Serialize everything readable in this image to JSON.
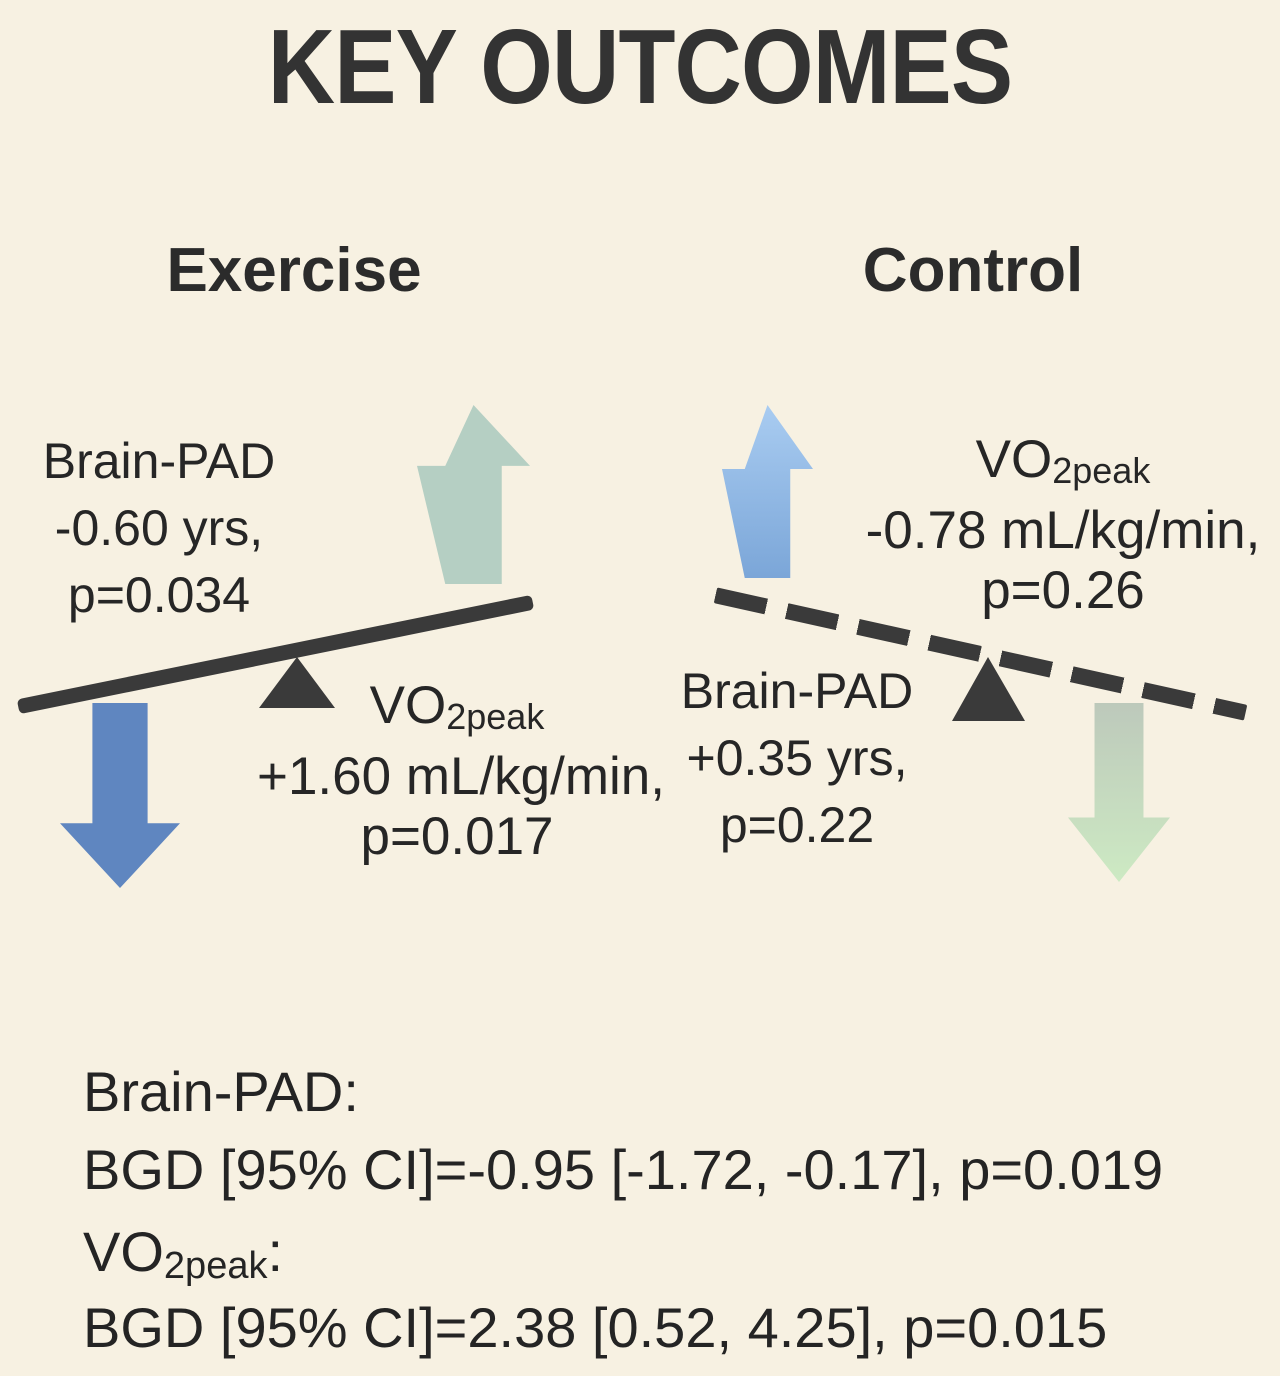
{
  "title": "KEY OUTCOMES",
  "headers": {
    "exercise": "Exercise",
    "control": "Control"
  },
  "exercise_panel": {
    "brain_pad": {
      "name": "Brain-PAD",
      "value": "-0.60 yrs,",
      "p": "p=0.034"
    },
    "vo2peak": {
      "vo": "VO",
      "sub": "2peak",
      "value": "+1.60 mL/kg/min,",
      "p": "p=0.017"
    },
    "up_arrow_color": "#b5cfc3",
    "down_arrow_color": "#5f86c0"
  },
  "control_panel": {
    "vo2peak": {
      "vo": "VO",
      "sub": "2peak",
      "value": "-0.78 mL/kg/min,",
      "p": "p=0.26"
    },
    "brain_pad": {
      "name": "Brain-PAD",
      "value": "+0.35 yrs,",
      "p": "p=0.22"
    },
    "up_arrow_color_top": "#a9ccf1",
    "up_arrow_color_bottom": "#7ba6d8",
    "down_arrow_color_top": "#bdc9bb",
    "down_arrow_color_bottom": "#cdeac3"
  },
  "summary": {
    "brain_pad_heading": "Brain-PAD:",
    "brain_pad_result": "BGD [95% CI]=-0.95 [-1.72, -0.17], p=0.019",
    "vo2peak_heading": {
      "vo": "VO",
      "sub": "2peak",
      "colon": ":"
    },
    "vo2peak_result": "BGD [95% CI]=2.38 [0.52, 4.25], p=0.015"
  },
  "colors": {
    "background": "#f7f1e2",
    "ink": "#262626",
    "plank": "#3a3a3a"
  }
}
